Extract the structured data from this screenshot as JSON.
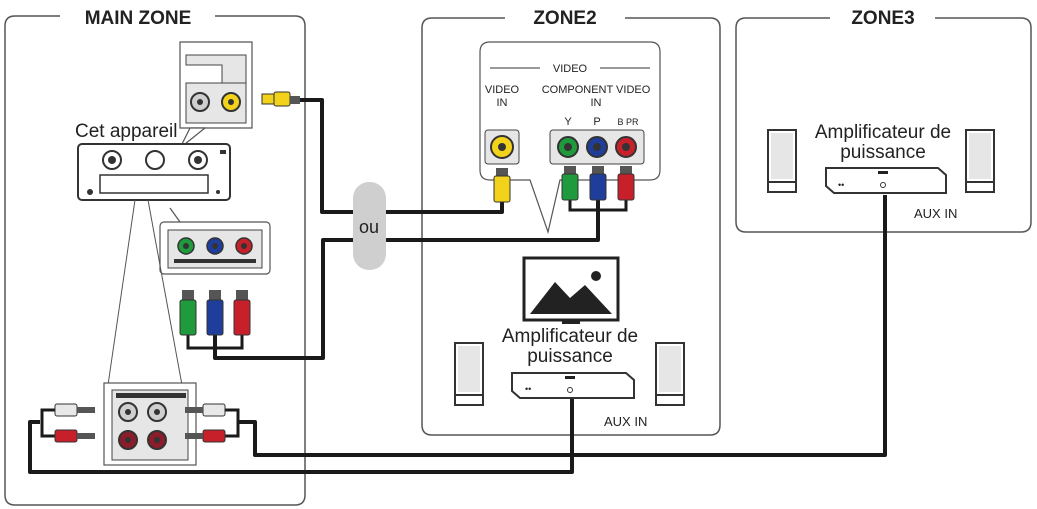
{
  "zones": {
    "main": {
      "title": "MAIN ZONE"
    },
    "zone2": {
      "title": "ZONE2"
    },
    "zone3": {
      "title": "ZONE3"
    }
  },
  "labels": {
    "device": "Cet appareil",
    "ou": "ou",
    "amplifier_zone2": [
      "Amplificateur de",
      "puissance"
    ],
    "amplifier_zone3": [
      "Amplificateur de",
      "puissance"
    ],
    "aux_in_zone2": "AUX IN",
    "aux_in_zone3": "AUX IN"
  },
  "tv_panel": {
    "video_header": "VIDEO",
    "video_in": [
      "VIDEO",
      "IN"
    ],
    "component_video_in": [
      "COMPONENT VIDEO",
      "IN"
    ],
    "component_y": "Y",
    "component_pb": "P",
    "component_pr": "B PR"
  },
  "colors": {
    "video_yellow": "#f2d21b",
    "component_green": "#1f9a3c",
    "component_blue": "#1f3d9a",
    "component_red": "#c8202a",
    "cable": "#1a1a1a",
    "zone_border": "#555555",
    "panel_fill": "#e6e6e6"
  },
  "icons": {
    "tv": "tv-landscape-icon",
    "speaker": "speaker-icon",
    "receiver": "av-receiver-icon",
    "amplifier": "amplifier-icon"
  }
}
